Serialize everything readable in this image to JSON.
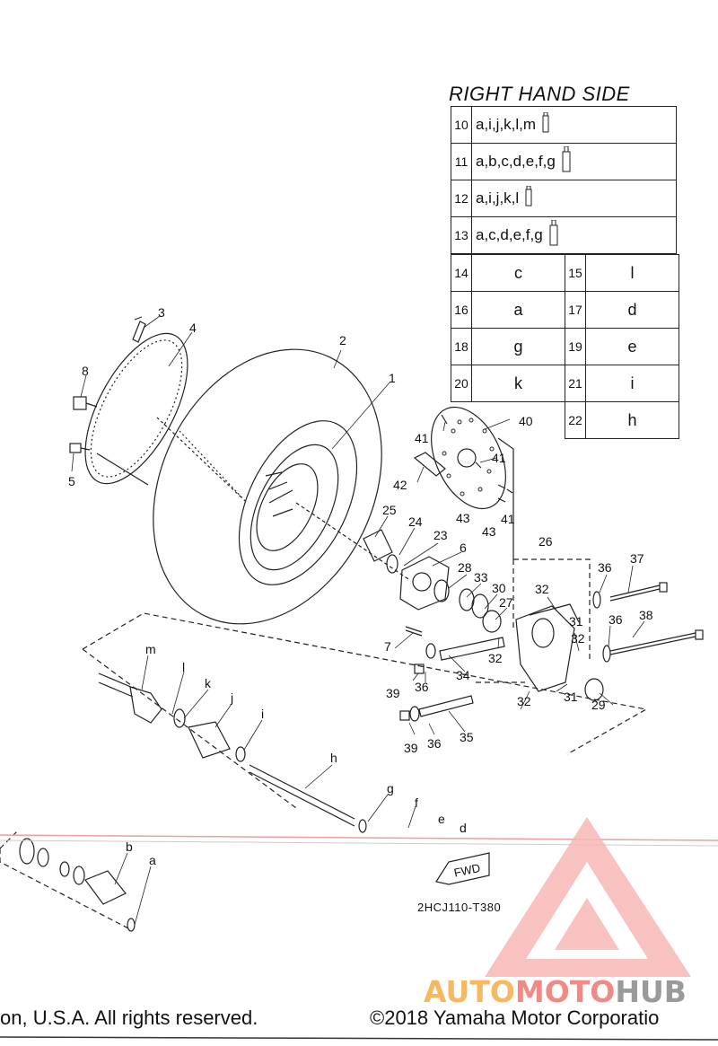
{
  "table": {
    "title": "RIGHT HAND SIDE",
    "kits": [
      {
        "num": "10",
        "letters": "a,i,j,k,l,m"
      },
      {
        "num": "11",
        "letters": "a,b,c,d,e,f,g"
      },
      {
        "num": "12",
        "letters": "a,i,j,k,l"
      },
      {
        "num": "13",
        "letters": "a,c,d,e,f,g"
      }
    ],
    "pairs": [
      {
        "n1": "14",
        "v1": "c",
        "n2": "15",
        "v2": "l"
      },
      {
        "n1": "16",
        "v1": "a",
        "n2": "17",
        "v2": "d"
      },
      {
        "n1": "18",
        "v1": "g",
        "n2": "19",
        "v2": "e"
      },
      {
        "n1": "20",
        "v1": "k",
        "n2": "21",
        "v2": "i"
      },
      {
        "n2": "22",
        "v2": "h"
      }
    ]
  },
  "callouts": {
    "n1": "1",
    "n2": "2",
    "n3": "3",
    "n4": "4",
    "n5": "5",
    "n6": "6",
    "n7": "7",
    "n8": "8",
    "n23": "23",
    "n24": "24",
    "n25": "25",
    "n26": "26",
    "n27": "27",
    "n28": "28",
    "n29": "29",
    "n30": "30",
    "n31a": "31",
    "n31b": "31",
    "n32a": "32",
    "n32b": "32",
    "n32c": "32",
    "n32d": "32",
    "n33": "33",
    "n34": "34",
    "n35": "35",
    "n36a": "36",
    "n36b": "36",
    "n36c": "36",
    "n36d": "36",
    "n37": "37",
    "n38": "38",
    "n39a": "39",
    "n39b": "39",
    "n40": "40",
    "n41a": "41",
    "n41b": "41",
    "n41c": "41",
    "n42": "42",
    "n43a": "43",
    "n43b": "43",
    "la": "a",
    "lb": "b",
    "ld": "d",
    "le": "e",
    "lf": "f",
    "lg": "g",
    "lh": "h",
    "li": "i",
    "lj": "j",
    "lk": "k",
    "ll": "l",
    "lm": "m"
  },
  "arrow_label": "FWD",
  "diagram_code": "2HCJ110-T380",
  "footer": {
    "left": "on, U.S.A. All rights reserved.",
    "right": "©2018 Yamaha Motor Corporatio"
  },
  "watermark": {
    "part1": "AUTO",
    "part2": "MOTO",
    "part3": "HUB",
    "colors": {
      "orange": "#f6b860",
      "pink": "#f08a86",
      "gray": "#9a9a9a"
    }
  }
}
